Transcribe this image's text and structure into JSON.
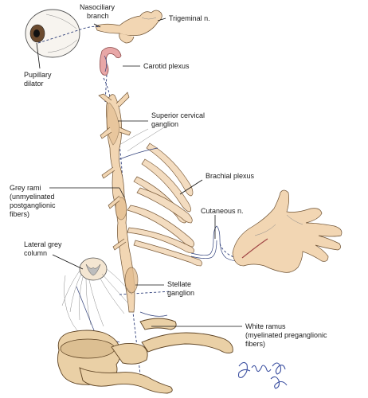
{
  "labels": {
    "nasociliary": [
      "Nasociliary",
      "branch"
    ],
    "trigeminal": [
      "Trigeminal n."
    ],
    "pupillary": [
      "Pupillary",
      "dilator"
    ],
    "carotid": [
      "Carotid plexus"
    ],
    "superior_cervical": [
      "Superior cervical",
      "ganglion"
    ],
    "brachial": [
      "Brachial plexus"
    ],
    "grey_rami": [
      "Grey rami",
      "(unmyelinated",
      "postganglionic",
      "fibers)"
    ],
    "cutaneous": [
      "Cutaneous n."
    ],
    "lateral_grey": [
      "Lateral grey",
      "column"
    ],
    "stellate": [
      "Stellate",
      "ganglion"
    ],
    "white_ramus": [
      "White ramus",
      "(myelinated preganglionic",
      "fibers)"
    ]
  },
  "colors": {
    "nerve_fiber": "#2f3f7a",
    "sympathetic_chain": "#f2d6b3",
    "bone": "#ead0a6",
    "carotid_artery": "#e8a7a7",
    "signature": "#3b4fa0"
  }
}
